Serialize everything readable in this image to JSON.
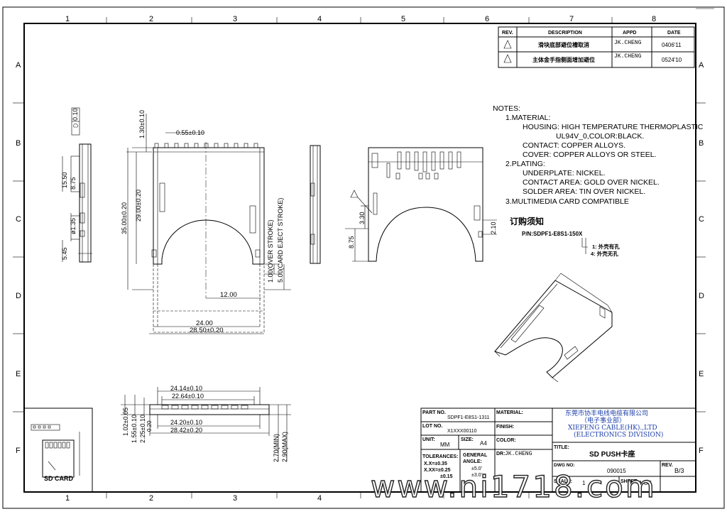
{
  "grid": {
    "columns": [
      "1",
      "2",
      "3",
      "4",
      "5",
      "6",
      "7",
      "8"
    ],
    "rows": [
      "A",
      "B",
      "C",
      "D",
      "E",
      "F"
    ]
  },
  "revision_table": {
    "headers": [
      "REV.",
      "DESCRIPTION",
      "APPD",
      "DATE"
    ],
    "rows": [
      {
        "rev": "",
        "description": "滑块底部避位槽取消",
        "appd": "JK.CHENG",
        "date": "0406'11"
      },
      {
        "rev": "",
        "description": "主体金手指侧面增加避位",
        "appd": "JK.CHENG",
        "date": "0524'10"
      }
    ]
  },
  "notes": {
    "heading": "NOTES:",
    "lines": [
      "1.MATERIAL:",
      "HOUSING: HIGH TEMPERATURE THERMOPLASTIC",
      "UL94V_0,COLOR:BLACK.",
      "CONTACT: COPPER ALLOYS.",
      "COVER: COPPER ALLOYS OR STEEL.",
      "2.PLATING:",
      "UNDERPLATE: NICKEL.",
      "CONTACT AREA: GOLD OVER NICKEL.",
      "SOLDER AREA: TIN OVER NICKEL.",
      "3.MULTIMEDIA CARD COMPATIBLE"
    ]
  },
  "ordering": {
    "title": "订购须知",
    "part": "P/N:SDPF1-E8S1-150X",
    "option1": "1: 外壳有孔",
    "option4": "4: 外壳无孔"
  },
  "dimensions": {
    "side_view": [
      "0.10",
      "8.75",
      "15.50",
      "ø1.35",
      "5.45"
    ],
    "top_view": [
      "1.30±0.10",
      "0.55±0.10",
      "35.00±0.20",
      "29.00±0.20",
      "1.00(OVER STROKE)",
      "5.00(CARD EJECT STROKE)",
      "12.00",
      "24.00",
      "28.50±0.20"
    ],
    "back_view": [
      "3.30",
      "8.75",
      "2.10"
    ],
    "front_view": [
      "24.14±0.10",
      "22.64±0.10",
      "24.20±0.10",
      "28.42±0.20",
      "1.02±0.05",
      "1.55±0.10",
      "2.25±0.10",
      "0.20",
      "2.70(MIN)",
      "2.90(MAX)"
    ]
  },
  "card_label": "SD CARD",
  "title_block": {
    "part_no_label": "PART NO.",
    "part_no": "SDPF1-E8S1-1311",
    "lot_no_label": "LOT NO.",
    "lot_no": "X1XXX00110",
    "unit_label": "UNIT:",
    "unit": "MM",
    "size_label": "SIZE:",
    "size": "A4",
    "tolerances_label": "TOLERANCES:",
    "tol1": "X.X=±0.35",
    "tol2": "X.XX=±0.25",
    "tol3": "±0.15",
    "general_label": "GENERAL",
    "angle_label": "ANGLE:",
    "ang1": "±5.0'",
    "ang2": "±3.0'",
    "material_label": "MATERIAL:",
    "finish_label": "FINISH:",
    "color_label": "COLOR:",
    "dr_label": "DR:",
    "dr": "JK.CHENG",
    "company_cn": "东莞市协丰电线电缆有限公司",
    "division_cn": "（电子事业部）",
    "company_en": "XIEFENG CABLE(HK).,LTD",
    "division_en": "(ELECTRONICS DIVISION)",
    "title_label": "TITLE:",
    "title": "SD PUSH卡座",
    "dwg_label": "DWG NO:",
    "dwg": "090015",
    "rev_label": "REV.",
    "rev": "B/3",
    "scale_label": "SCALE:",
    "scale": "1",
    "sheet_label": "SHEET:",
    "sheet": "1 OF"
  },
  "watermark": "www.ni1718.com"
}
